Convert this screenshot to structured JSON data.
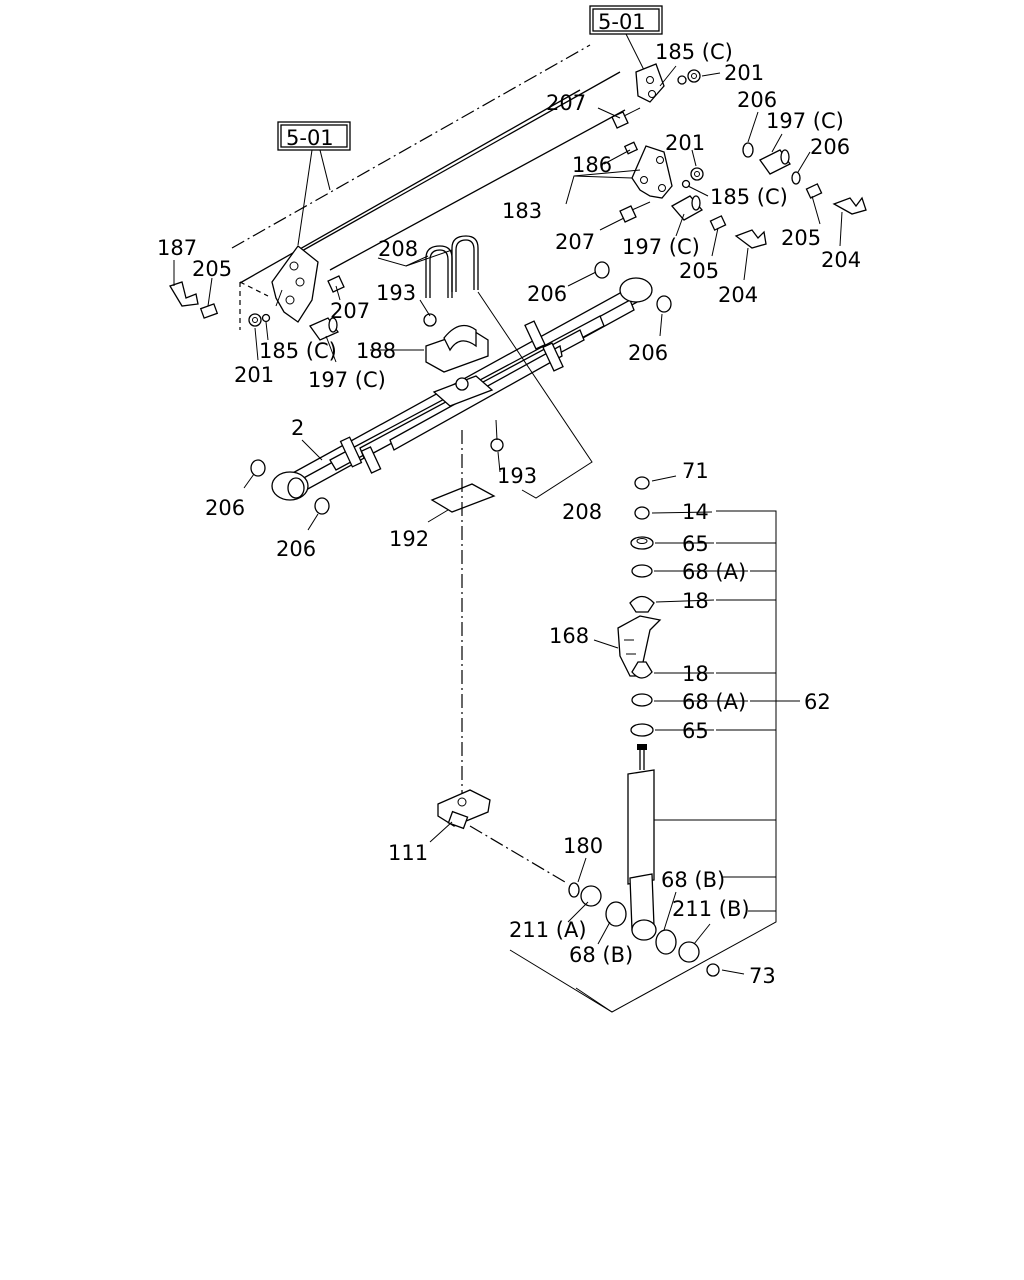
{
  "diagram": {
    "section_refs": [
      "5-01",
      "5-01"
    ],
    "labels": {
      "l185c_top": "185 (C)",
      "l201_top": "201",
      "l207_top": "207",
      "l206_top": "206",
      "l197c_top": "197 (C)",
      "l206_top2": "206",
      "l186": "186",
      "l201_mid": "201",
      "l183": "183",
      "l185c_mid": "185 (C)",
      "l205_right": "205",
      "l204_right": "204",
      "l207_mid": "207",
      "l197c_mid": "197 (C)",
      "l205_mid": "205",
      "l204_mid": "204",
      "l187": "187",
      "l205_left": "205",
      "l208_top": "208",
      "l193_top": "193",
      "l207_left": "207",
      "l206_a": "206",
      "l188": "188",
      "l185c_left": "185 (C)",
      "l201_left": "201",
      "l197c_left": "197 (C)",
      "l206_b": "206",
      "l2": "2",
      "l193_bot": "193",
      "l208_bot": "208",
      "l206_c": "206",
      "l206_d": "206",
      "l192": "192",
      "l71": "71",
      "l14": "14",
      "l65_top": "65",
      "l68a_top": "68 (A)",
      "l18_top": "18",
      "l168": "168",
      "l18_bot": "18",
      "l68a_bot": "68 (A)",
      "l62": "62",
      "l65_bot": "65",
      "l180": "180",
      "l111": "111",
      "l68b_right": "68 (B)",
      "l211b": "211 (B)",
      "l211a": "211 (A)",
      "l68b_left": "68 (B)",
      "l73": "73"
    }
  }
}
